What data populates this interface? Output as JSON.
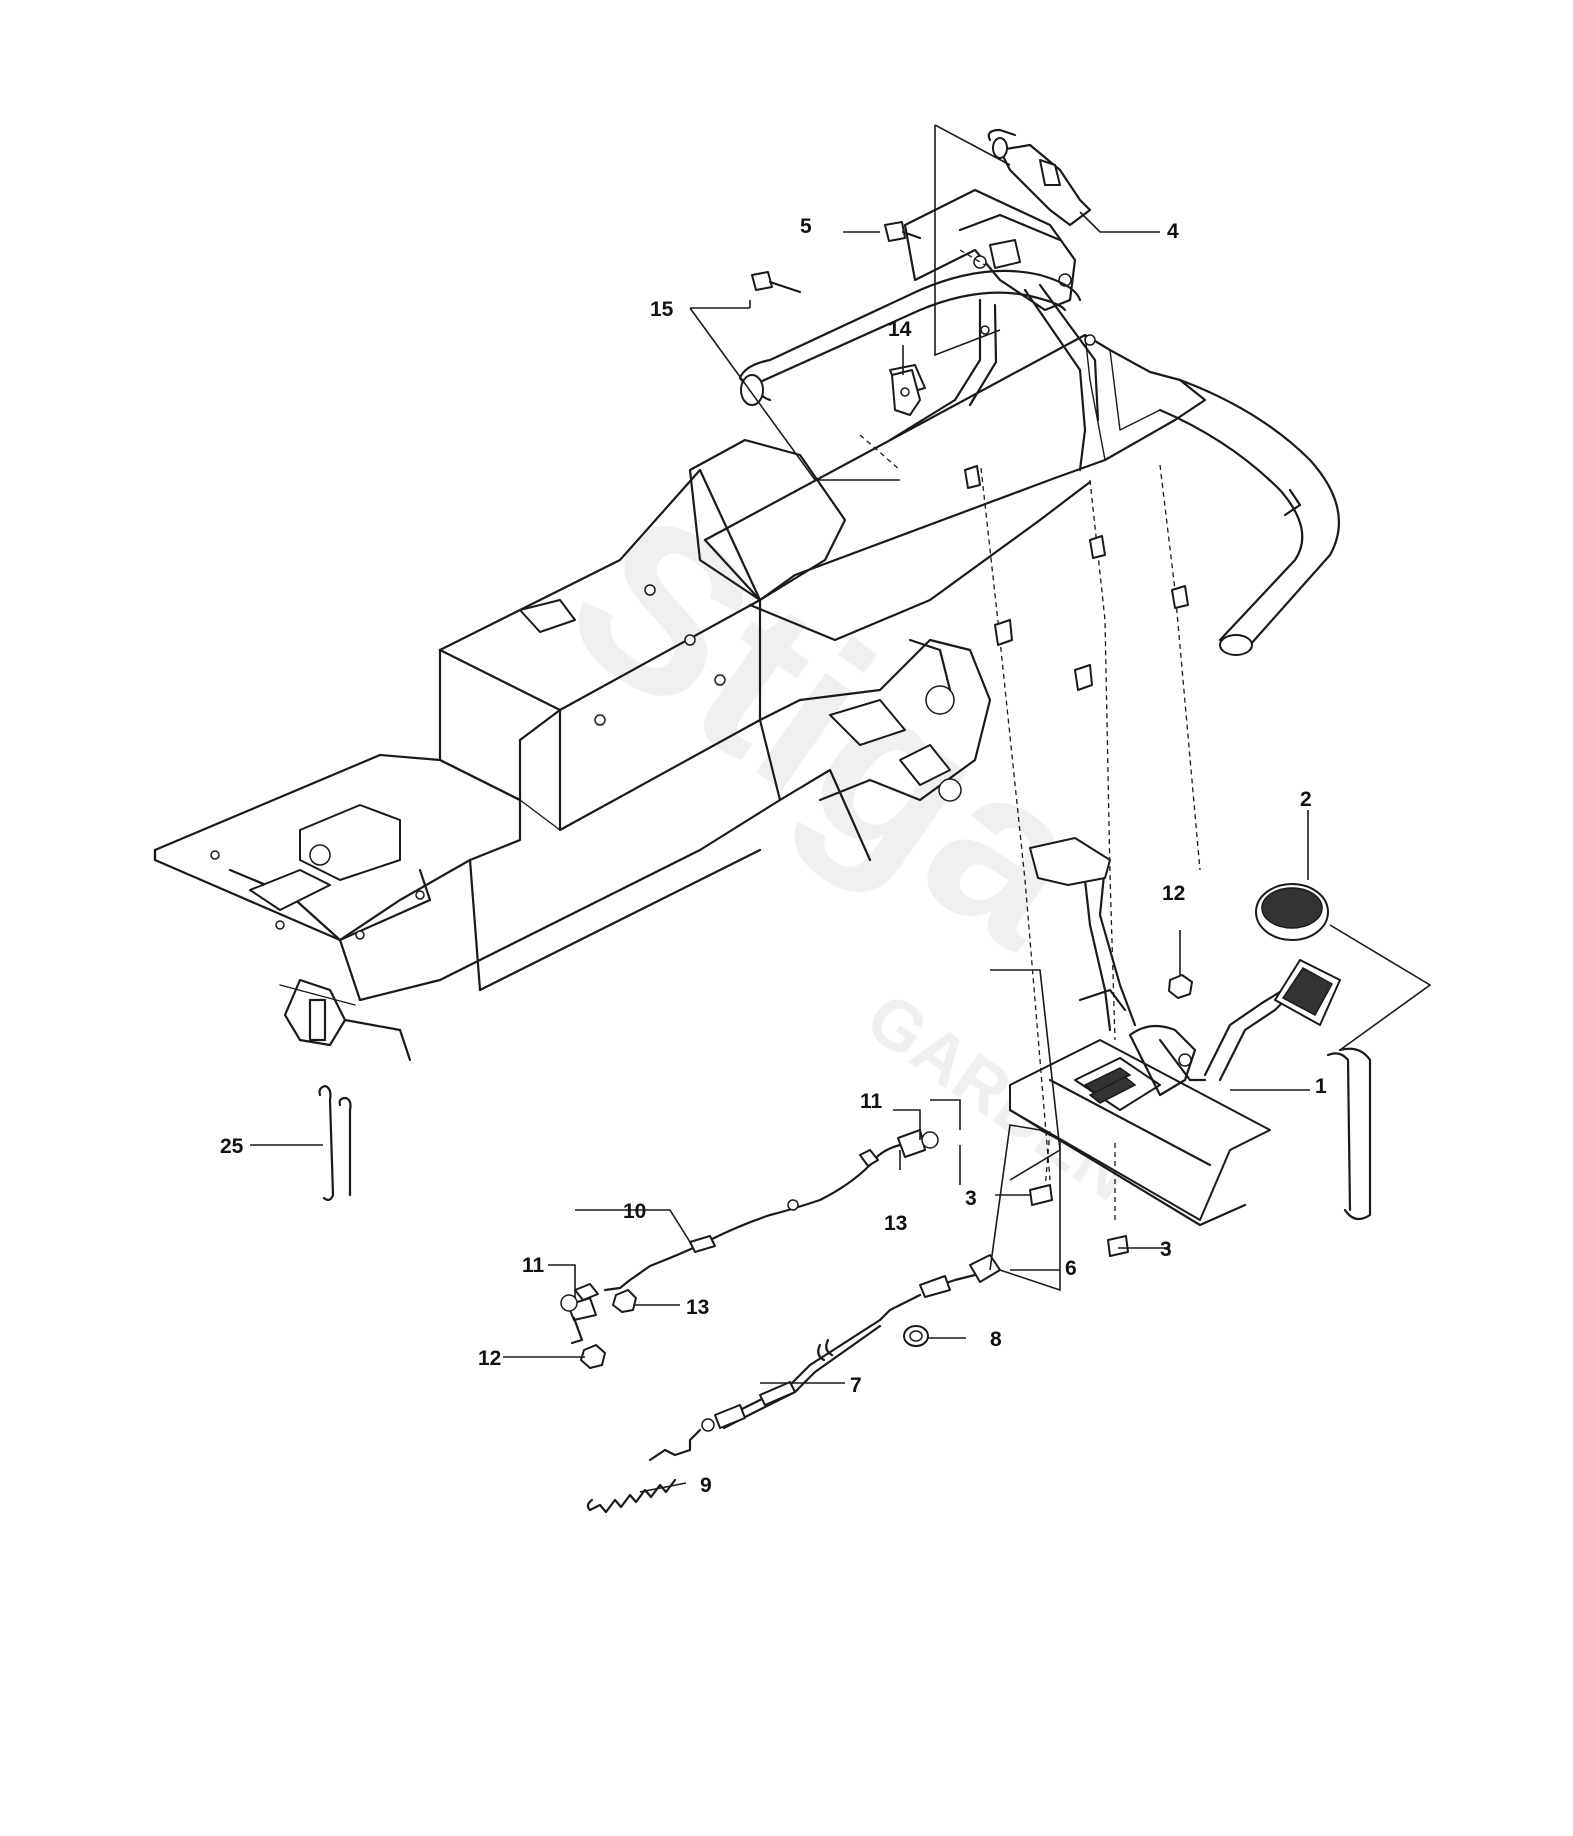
{
  "watermark": {
    "brand": "Stiga",
    "sub": "GARDEN"
  },
  "callouts": {
    "c1": "1",
    "c2": "2",
    "c3a": "3",
    "c3b": "3",
    "c4": "4",
    "c5": "5",
    "c6": "6",
    "c7": "7",
    "c8": "8",
    "c9": "9",
    "c10": "10",
    "c11a": "11",
    "c11b": "11",
    "c12a": "12",
    "c12b": "12",
    "c13a": "13",
    "c13b": "13",
    "c14": "14",
    "c15": "15",
    "c25": "25"
  },
  "colors": {
    "line": "#1a1a1a",
    "background": "#ffffff",
    "watermark": "#f0f0f0"
  }
}
